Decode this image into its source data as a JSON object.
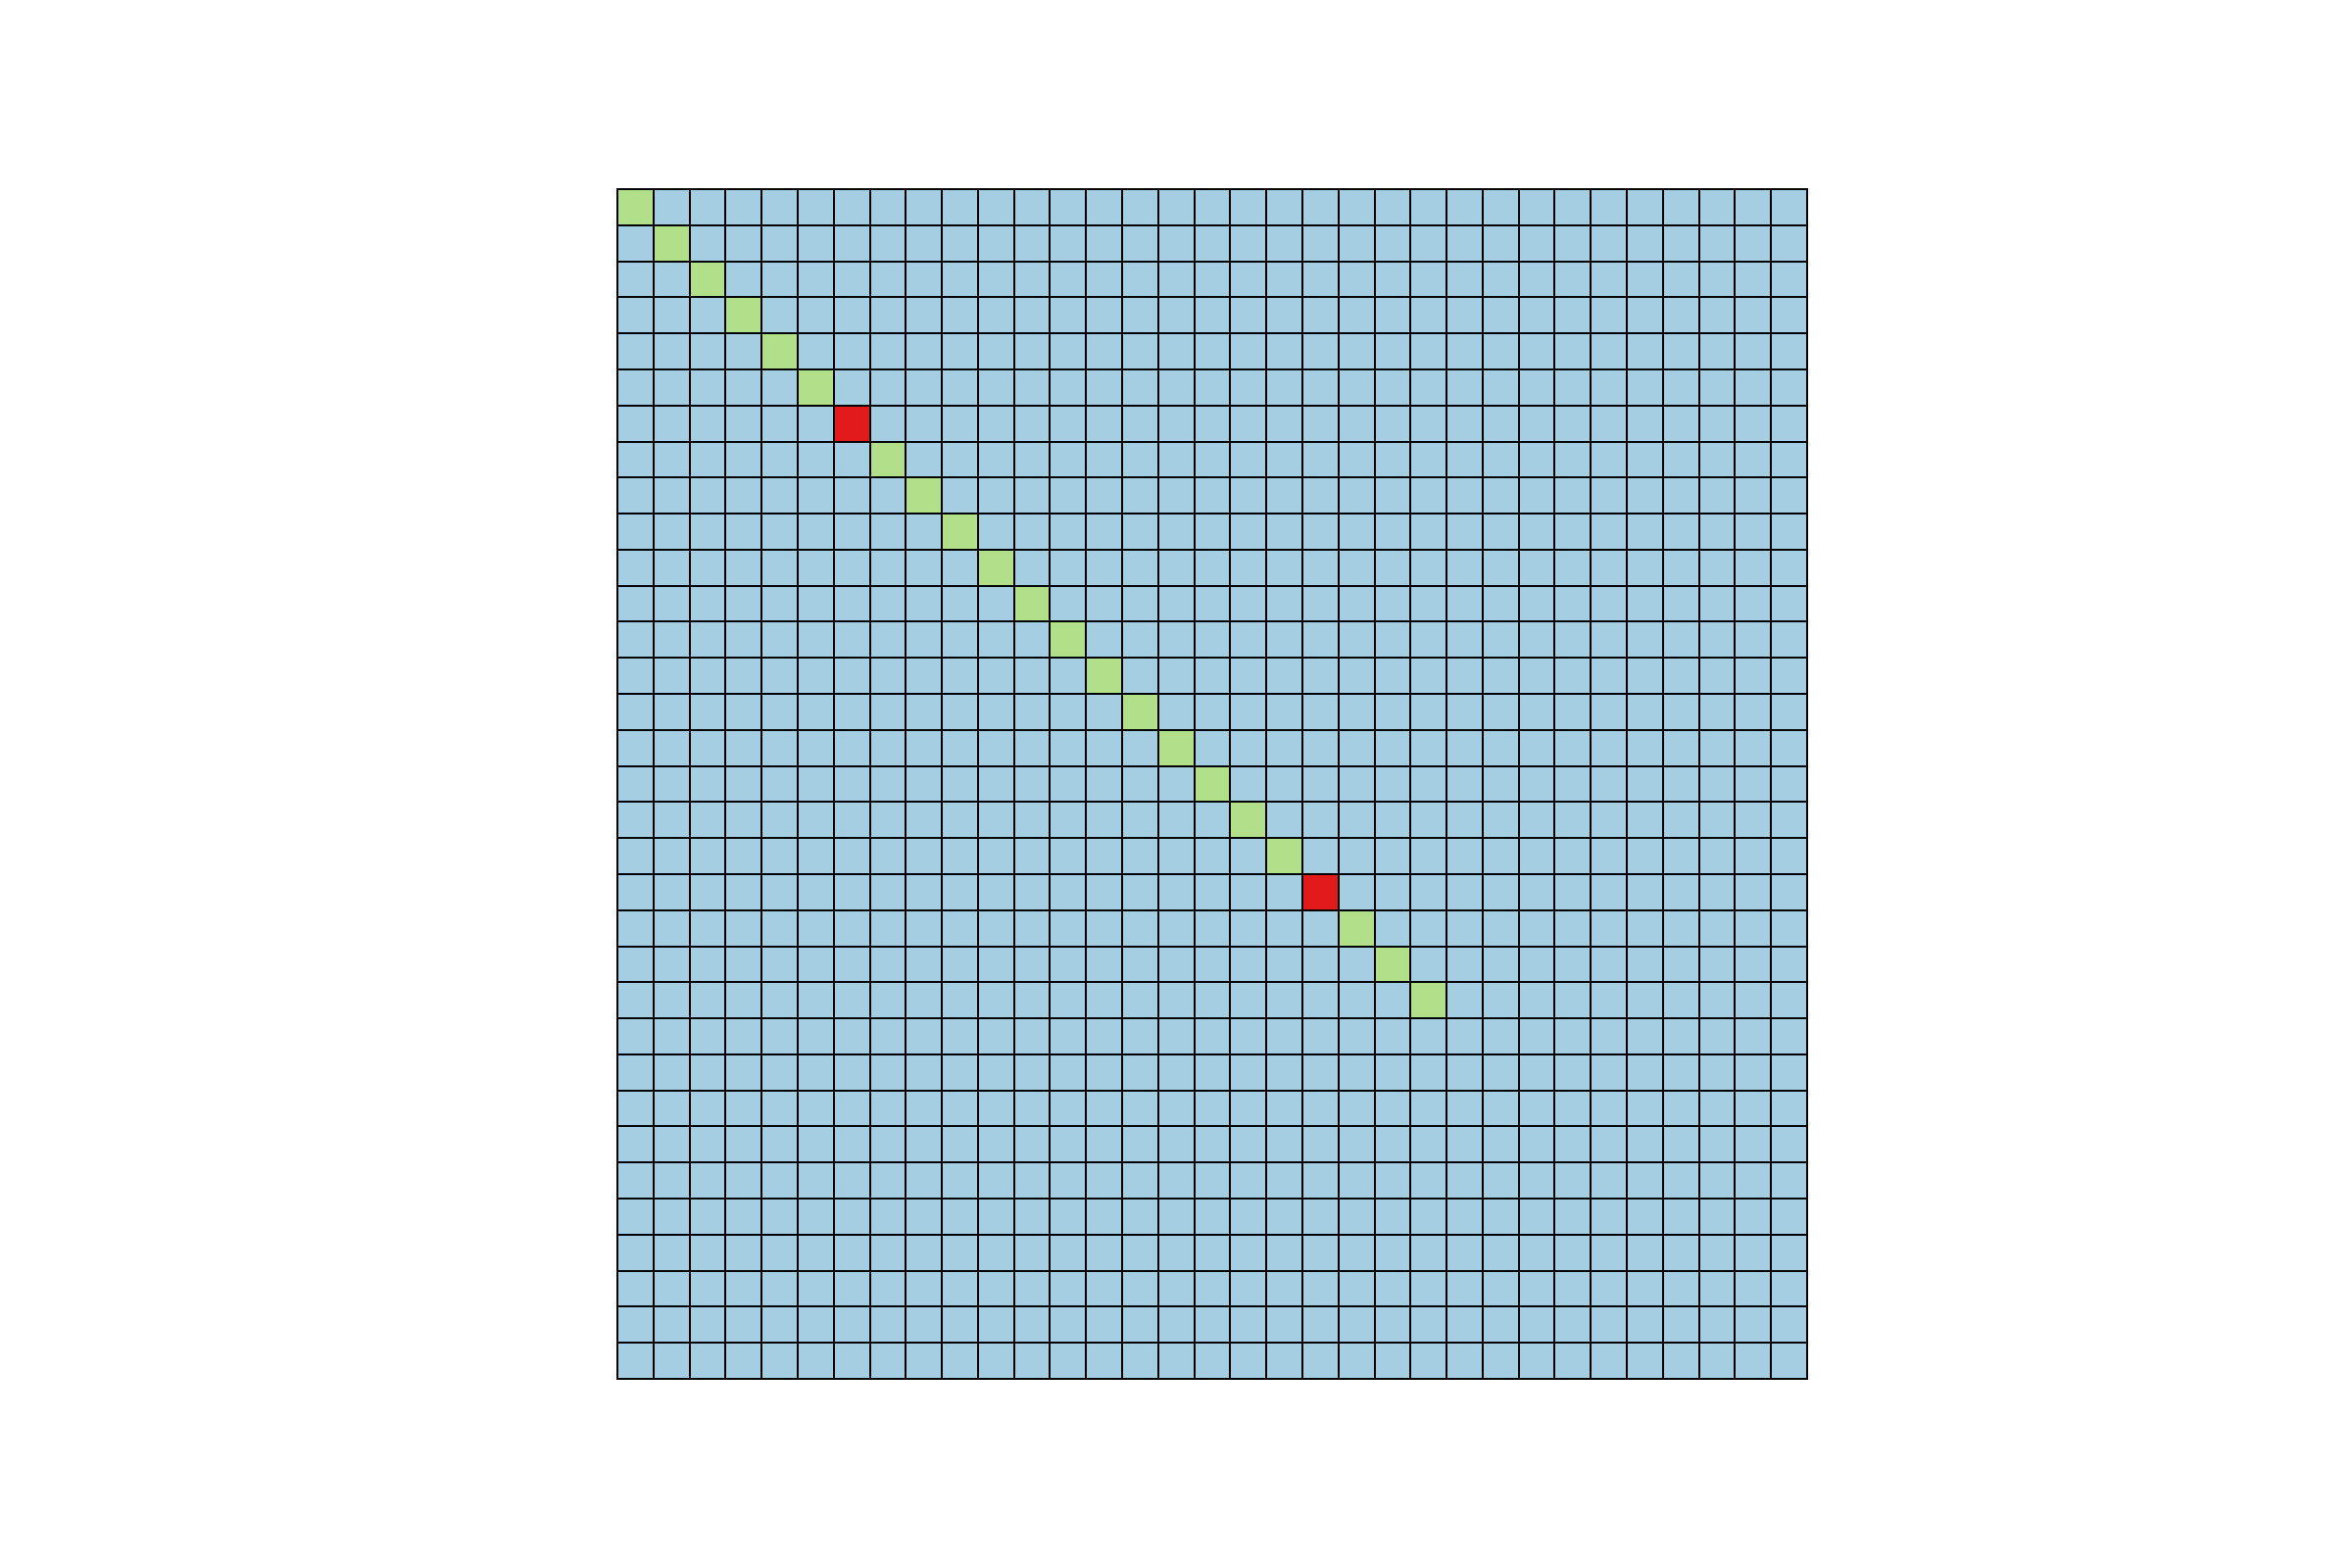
{
  "board": {
    "rows": 33,
    "cols": 33,
    "colors": {
      "empty": "#a6cee3",
      "path": "#b2df8a",
      "marker": "#e31a1c",
      "gridline": "#000000"
    },
    "path_cells": [
      [
        0,
        0
      ],
      [
        1,
        1
      ],
      [
        2,
        2
      ],
      [
        3,
        3
      ],
      [
        4,
        4
      ],
      [
        5,
        5
      ],
      [
        7,
        7
      ],
      [
        8,
        8
      ],
      [
        9,
        9
      ],
      [
        10,
        10
      ],
      [
        11,
        11
      ],
      [
        12,
        12
      ],
      [
        13,
        13
      ],
      [
        14,
        14
      ],
      [
        15,
        15
      ],
      [
        16,
        16
      ],
      [
        17,
        17
      ],
      [
        18,
        18
      ],
      [
        20,
        20
      ],
      [
        21,
        21
      ],
      [
        22,
        22
      ]
    ],
    "marker_cells": [
      [
        6,
        6
      ],
      [
        19,
        19
      ]
    ]
  }
}
